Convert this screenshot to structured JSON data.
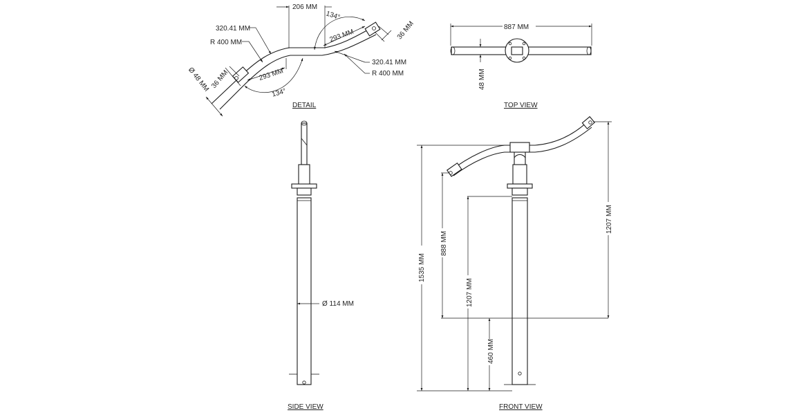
{
  "detail": {
    "caption": "DETAIL",
    "dim_top_length": "206 MM",
    "angle_upper": "134°",
    "arc_upper_chord": "293 MM",
    "dim_end_right": "36 MM",
    "arc_length_right": "320.41 MM",
    "radius_right": "R 400 MM",
    "arc_length_left": "320.41 MM",
    "radius_left": "R 400 MM",
    "tube_diameter": "Ø 48 MM",
    "dim_end_left": "36 MM",
    "arc_lower_chord": "293 MM",
    "angle_lower": "134°"
  },
  "top_view": {
    "caption": "TOP VIEW",
    "overall_width": "887 MM",
    "tube_diameter": "48 MM"
  },
  "side_view": {
    "caption": "SIDE VIEW",
    "post_diameter": "Ø 114 MM"
  },
  "front_view": {
    "caption": "FRONT VIEW",
    "overall_height": "1535 MM",
    "dim_888": "888 MM",
    "dim_1207_inner": "1207 MM",
    "dim_460": "460 MM",
    "dim_1207_right": "1207 MM"
  }
}
